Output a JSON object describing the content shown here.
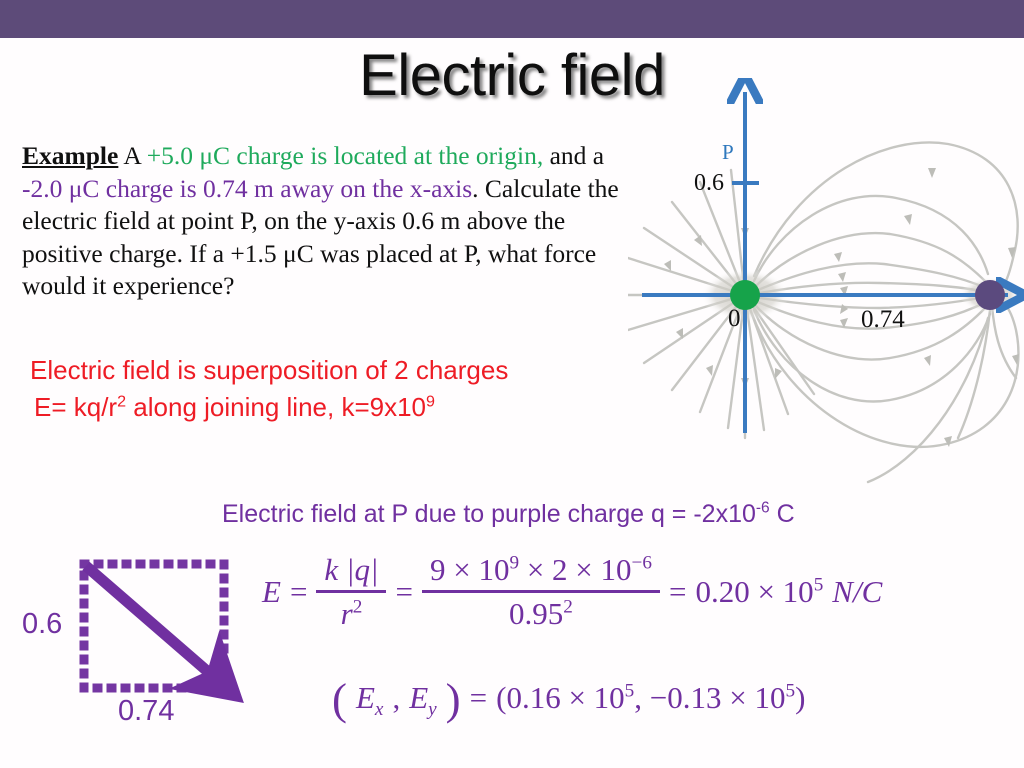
{
  "slide": {
    "title": "Electric field",
    "header_color": "#5d4b79"
  },
  "example": {
    "label": "Example",
    "lead": "A",
    "green_text": "+5.0 μC charge is located at the origin,",
    "and_a": "and a",
    "purple_text": "-2.0 μC charge is 0.74 m away on the x-axis",
    "rest": ". Calculate the electric field at point P, on the y-axis 0.6 m above the positive charge. If a +1.5 μC was placed at P, what force would it experience?"
  },
  "red_note": {
    "line1": "Electric field is superposition of 2 charges",
    "line2_a": "E= kq/r",
    "line2_sup1": "2",
    "line2_b": " along joining line, k=9x10",
    "line2_sup2": "9"
  },
  "purple_heading": {
    "text_a": "Electric field at P due to purple charge q = -2x10",
    "sup": "-6",
    "text_b": " C"
  },
  "diagram": {
    "label_P": "P",
    "label_0_6": "0.6",
    "label_origin": "0",
    "label_0_74": "0.74",
    "positive_charge_color": "#16a34a",
    "negative_charge_color": "#5b4a7e",
    "axis_color": "#3a7ac0",
    "fieldline_color": "#c6c6c2"
  },
  "triangle": {
    "label_vertical": "0.6",
    "label_horizontal": "0.74",
    "stroke_color": "#7030a0"
  },
  "equation1": {
    "E": "E",
    "eq1": "=",
    "num1_k": "k",
    "num1_q": "|q|",
    "den1": "r",
    "den1_sup": "2",
    "eq2": "=",
    "num2": "9 × 10",
    "num2_sup1": "9",
    "num2_mid": " × 2 × 10",
    "num2_sup2": "−6",
    "den2": "0.95",
    "den2_sup": "2",
    "eq3": "=",
    "result": "0.20 × 10",
    "result_sup": "5",
    "units": "N/C"
  },
  "equation2": {
    "lhs_open": "(",
    "lhs_Ex": "E",
    "lhs_x": "x",
    "lhs_comma": ", ",
    "lhs_Ey": "E",
    "lhs_y": "y",
    "lhs_close": ")",
    "eq": "=",
    "rhs_open": "(",
    "rhs_1": "0.16 × 10",
    "rhs_1_sup": "5",
    "rhs_comma": ", −0.13 × 10",
    "rhs_2_sup": "5",
    "rhs_close": ")"
  }
}
